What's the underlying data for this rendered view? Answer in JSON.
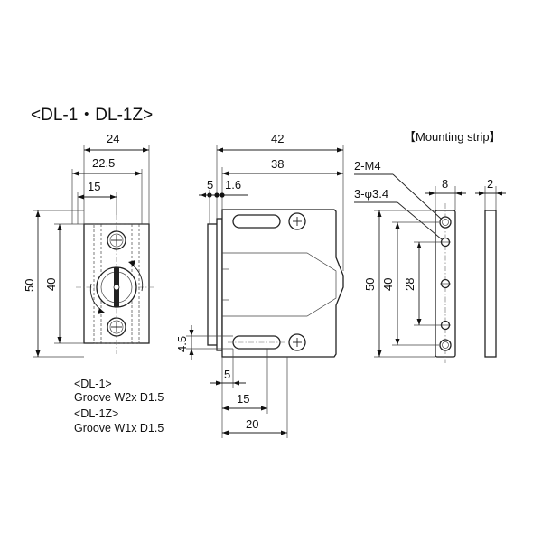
{
  "title": "<DL-1・DL-1Z>",
  "strip_title": "【Mounting strip】",
  "front_view": {
    "width_24": "24",
    "width_22_5": "22.5",
    "width_15": "15",
    "height_50": "50",
    "height_40": "40"
  },
  "side_view": {
    "len_42": "42",
    "len_38": "38",
    "len_5_top": "5",
    "len_1_6": "1.6",
    "height_4_5": "4.5",
    "len_5_bottom": "5",
    "len_15": "15",
    "len_20": "20"
  },
  "strip": {
    "label_m4": "2-M4",
    "label_hole": "3-φ3.4",
    "width_8": "8",
    "thickness_2": "2",
    "height_50": "50",
    "height_40": "40",
    "height_28": "28"
  },
  "notes": {
    "dl1_title": "<DL-1>",
    "dl1_groove": "Groove  W2x D1.5",
    "dl1z_title": "<DL-1Z>",
    "dl1z_groove": "Groove  W1x D1.5"
  }
}
